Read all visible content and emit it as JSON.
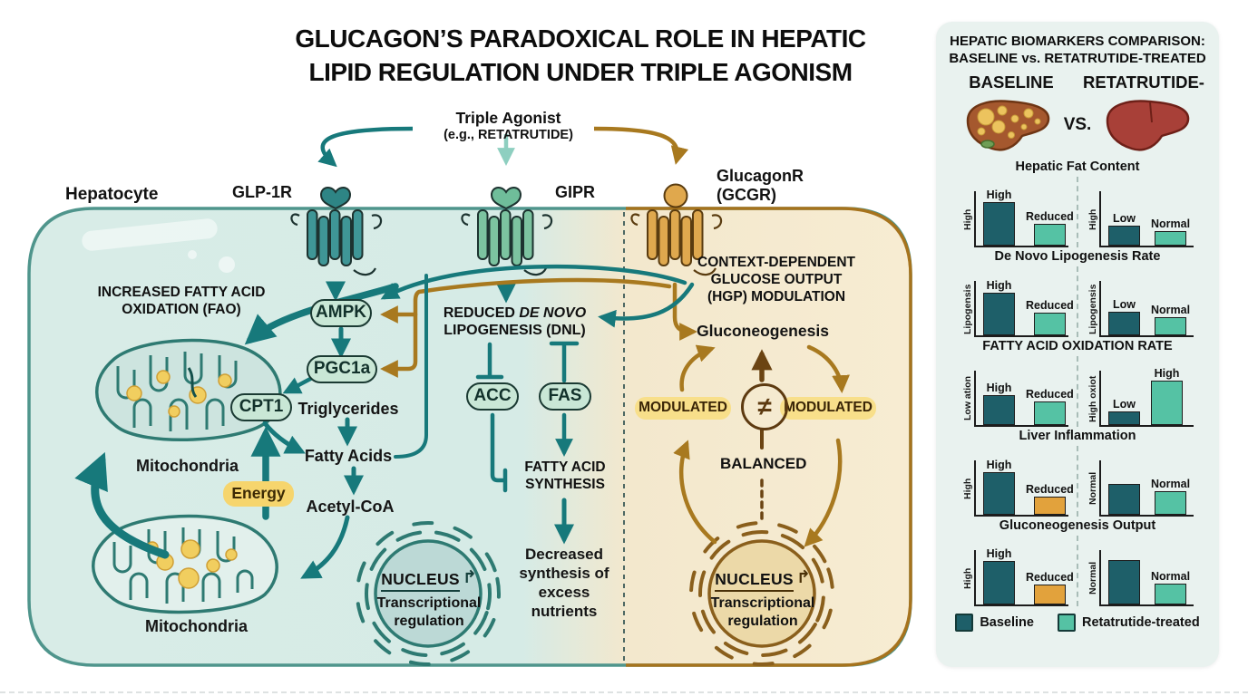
{
  "title": {
    "line1": "GLUCAGON’S PARADOXICAL ROLE IN HEPATIC",
    "line2": "LIPID REGULATION UNDER TRIPLE AGONISM"
  },
  "agonist": {
    "name": "Triple Agonist",
    "example": "(e.g., RETATRUTIDE)"
  },
  "cell_label": "Hepatocyte",
  "receptors": {
    "glp1r": "GLP-1R",
    "gipr": "GIPR",
    "gcgr_name": "GlucagonR",
    "gcgr_sub": "(GCGR)"
  },
  "fao": {
    "heading": "INCREASED FATTY ACID OXIDATION (FAO)",
    "ampk": "AMPK",
    "pgc1a": "PGC1a",
    "cpt1": "CPT1",
    "triglycerides": "Triglycerides",
    "fatty_acids": "Fatty Acids",
    "energy": "Energy",
    "acetyl_coa": "Acetyl-CoA",
    "mito1": "Mitochondria",
    "mito2": "Mitochondria"
  },
  "dnl": {
    "heading_pre": "REDUCED ",
    "heading_italic": "DE NOVO",
    "heading_line2": "LIPOGENESIS (DNL)",
    "acc": "ACC",
    "fas": "FAS",
    "synthesis": "FATTY ACID SYNTHESIS",
    "outcome": "Decreased synthesis of excess nutrients"
  },
  "hgp": {
    "heading": "CONTEXT-DEPENDENT GLUCOSE OUTPUT (HGP) MODULATION",
    "gluconeogenesis": "Gluconeogenesis",
    "modulated_left": "MODULATED",
    "modulated_right": "MODULATED",
    "not_equal": "≠",
    "balanced": "BALANCED"
  },
  "nucleus_left": {
    "label": "NUCLEUS",
    "sublabel": "Transcriptional regulation"
  },
  "nucleus_right": {
    "label": "NUCLEUS",
    "sublabel": "Transcriptional regulation"
  },
  "icons": {
    "transcription_arrow": "↱"
  },
  "panel": {
    "title_line1": "HEPATIC BIOMARKERS COMPARISON:",
    "title_line2": "BASELINE vs. RETATRUTIDE-TREATED",
    "col_left": "BASELINE",
    "col_right": "RETATRUTIDE-",
    "vs": "VS.",
    "legend": [
      {
        "label": "Baseline",
        "color_key": "bar_dark"
      },
      {
        "label": "Retatrutide-treated",
        "color_key": "bar_light"
      }
    ]
  },
  "chart_data": [
    {
      "type": "bar",
      "title": "Hepatic Fat Content",
      "value_scale": "relative 0-1 of axis height",
      "left": {
        "ylabel": "High",
        "bars": [
          {
            "label": "High",
            "value": 0.8,
            "color": "bar_dark"
          },
          {
            "label": "Reduced",
            "value": 0.4,
            "color": "bar_light"
          }
        ]
      },
      "right": {
        "ylabel": "High",
        "bars": [
          {
            "label": "Low",
            "value": 0.37,
            "color": "bar_dark"
          },
          {
            "label": "Normal",
            "value": 0.26,
            "color": "bar_light"
          }
        ]
      }
    },
    {
      "type": "bar",
      "title": "De Novo Lipogenesis Rate",
      "value_scale": "relative 0-1 of axis height",
      "left": {
        "ylabel": "Lipogensis",
        "bars": [
          {
            "label": "High",
            "value": 0.78,
            "color": "bar_dark"
          },
          {
            "label": "Reduced",
            "value": 0.42,
            "color": "bar_light"
          }
        ]
      },
      "right": {
        "ylabel": "Lipogensis",
        "bars": [
          {
            "label": "Low",
            "value": 0.44,
            "color": "bar_dark"
          },
          {
            "label": "Normal",
            "value": 0.34,
            "color": "bar_light"
          }
        ]
      }
    },
    {
      "type": "bar",
      "title": "FATTY ACID OXIDATION RATE",
      "value_scale": "relative 0-1 of axis height",
      "left": {
        "ylabel": "Low ation",
        "bars": [
          {
            "label": "High",
            "value": 0.55,
            "color": "bar_dark"
          },
          {
            "label": "Reduced",
            "value": 0.43,
            "color": "bar_light"
          }
        ]
      },
      "right": {
        "ylabel": "High oxiot",
        "bars": [
          {
            "label": "Low",
            "value": 0.25,
            "color": "bar_dark"
          },
          {
            "label": "High",
            "value": 0.82,
            "color": "bar_light"
          }
        ]
      }
    },
    {
      "type": "bar",
      "title": "Liver Inflammation",
      "value_scale": "relative 0-1 of axis height",
      "left": {
        "ylabel": "High",
        "bars": [
          {
            "label": "High",
            "value": 0.78,
            "color": "bar_dark"
          },
          {
            "label": "Reduced",
            "value": 0.34,
            "color": "bar_orange"
          }
        ]
      },
      "right": {
        "ylabel": "Normal",
        "bars": [
          {
            "label": "",
            "value": 0.57,
            "color": "bar_dark"
          },
          {
            "label": "Normal",
            "value": 0.43,
            "color": "bar_light"
          }
        ]
      }
    },
    {
      "type": "bar",
      "title": "Gluconeogenesis Output",
      "value_scale": "relative 0-1 of axis height",
      "left": {
        "ylabel": "High",
        "bars": [
          {
            "label": "High",
            "value": 0.8,
            "color": "bar_dark"
          },
          {
            "label": "Reduced",
            "value": 0.36,
            "color": "bar_orange"
          }
        ]
      },
      "right": {
        "ylabel": "Normal",
        "bars": [
          {
            "label": "",
            "value": 0.82,
            "color": "bar_dark"
          },
          {
            "label": "Normal",
            "value": 0.38,
            "color": "bar_light"
          }
        ]
      }
    }
  ],
  "colors": {
    "teal_arrow": "#17797b",
    "teal_light_arrow": "#8ecfc0",
    "gold_arrow": "#a8791f",
    "brown": "#6b4413",
    "cell_teal": "#d7ebe6",
    "cell_orange": "#f7ecd2",
    "bar_dark": "#1e5f69",
    "bar_light": "#55c2a4",
    "bar_orange": "#e2a23c",
    "accent_yellow": "#f8df8a",
    "panel_bg": "#e9f2ef"
  }
}
